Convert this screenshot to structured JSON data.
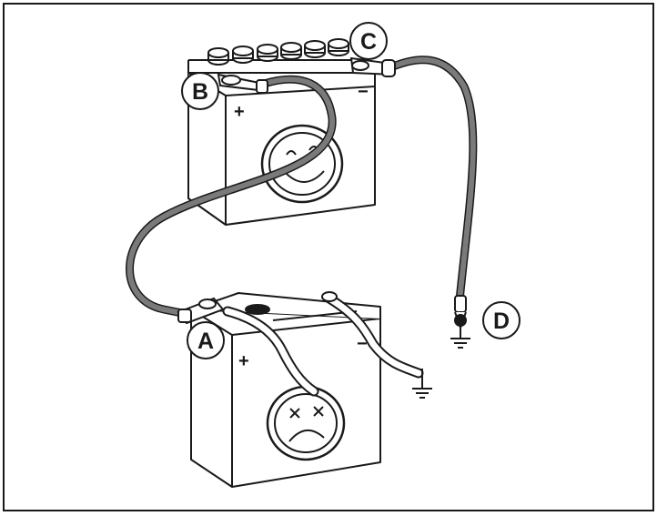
{
  "labels": {
    "a": "A",
    "b": "B",
    "c": "C",
    "d": "D"
  },
  "terminals": {
    "plus": "+",
    "minus": "−"
  },
  "batteries": [
    {
      "role": "booster",
      "face": "happy"
    },
    {
      "role": "discharged",
      "face": "sad"
    }
  ],
  "ground_symbols": 2,
  "colors": {
    "line": "#1a1a1a",
    "cable": "#7a7a7a",
    "battery_fill": "#ffffff",
    "background": "#ffffff"
  }
}
